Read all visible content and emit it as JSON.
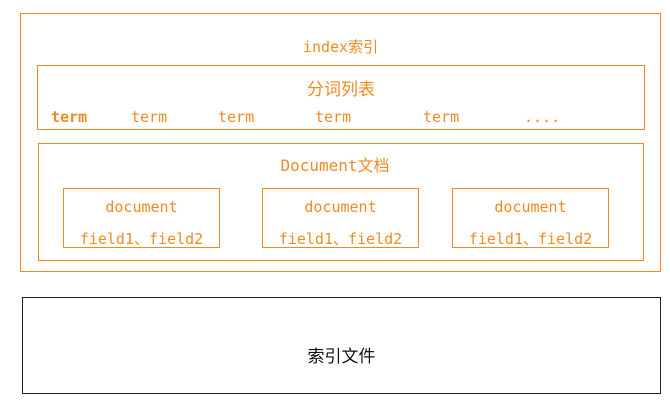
{
  "index": {
    "title": "index索引"
  },
  "terms": {
    "title": "分词列表",
    "items": [
      "term",
      "term",
      "term",
      "term",
      "term",
      "...."
    ]
  },
  "documents": {
    "title": "Document文档",
    "cards": [
      {
        "title": "document",
        "fields": "field1、field2"
      },
      {
        "title": "document",
        "fields": "field1、field2"
      },
      {
        "title": "document",
        "fields": "field1、field2"
      }
    ]
  },
  "index_file": {
    "label": "索引文件"
  },
  "colors": {
    "accent": "#F08A24",
    "file_border": "#222222"
  }
}
